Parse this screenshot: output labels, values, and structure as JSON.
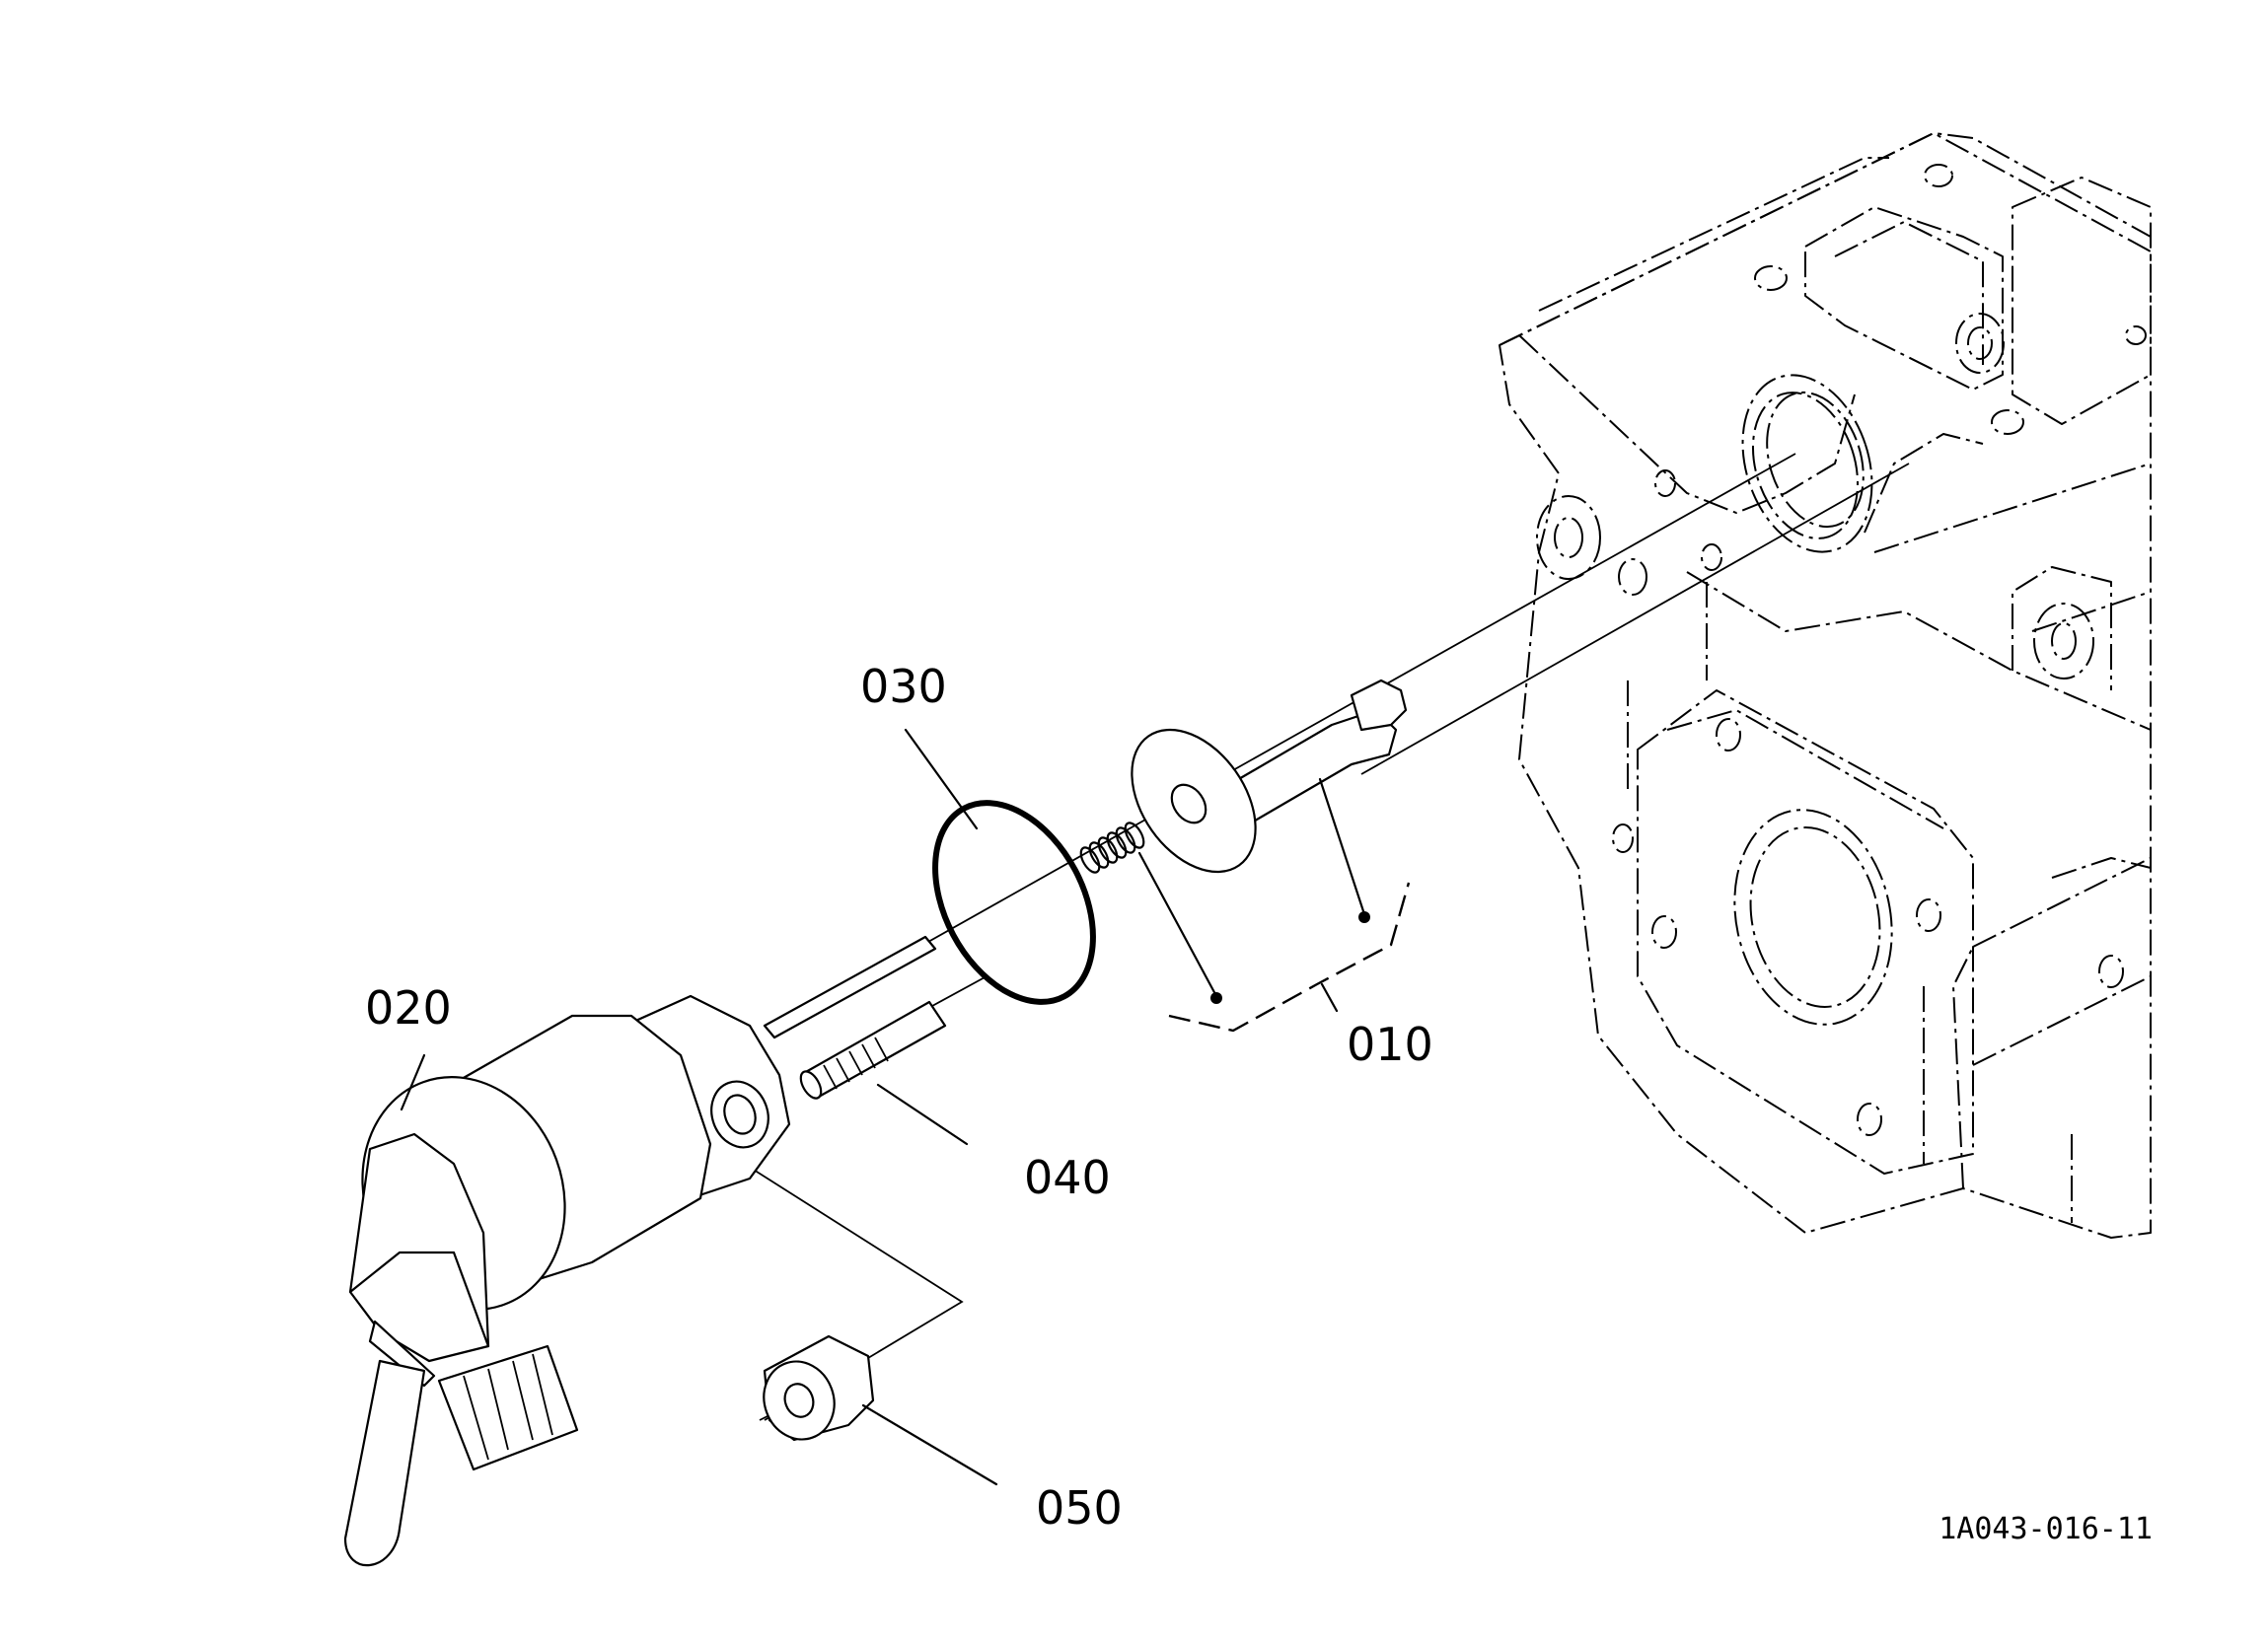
{
  "diagram": {
    "callouts": [
      {
        "id": "010",
        "text": "010"
      },
      {
        "id": "020",
        "text": "020"
      },
      {
        "id": "030",
        "text": "030"
      },
      {
        "id": "040",
        "text": "040"
      },
      {
        "id": "050",
        "text": "050"
      }
    ],
    "reference_code": "1A043-016-11",
    "colors": {
      "line": "#000000",
      "background": "#ffffff"
    }
  }
}
